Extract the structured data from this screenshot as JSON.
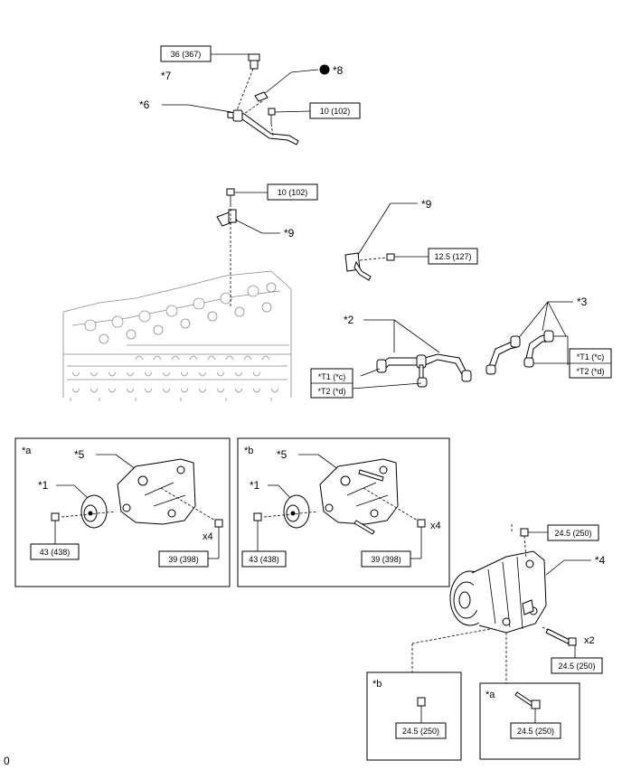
{
  "torques": {
    "t36": "36 (367)",
    "t10a": "10 (102)",
    "t10b": "10 (102)",
    "t125": "12.5 (127)",
    "t43a": "43 (438)",
    "t39a": "39 (398)",
    "t43b": "43 (438)",
    "t39b": "39 (398)",
    "t245a": "24.5 (250)",
    "t245b": "24.5 (250)",
    "t245c": "24.5 (250)",
    "t245d": "24.5 (250)"
  },
  "labels": {
    "p7": "*7",
    "p8": "*8",
    "p6": "*6",
    "p9a": "*9",
    "p9b": "*9",
    "p2": "*2",
    "p3": "*3",
    "p4": "*4",
    "p5a": "*5",
    "p5b": "*5",
    "p1a": "*1",
    "p1b": "*1",
    "inset_a": "*a",
    "inset_b": "*b",
    "inset_b2": "*b",
    "inset_a2": "*a",
    "x4a": "x4",
    "x4b": "x4",
    "x2": "x2",
    "t1c_left": "*T1 (*c)",
    "t2d_left": "*T2 (*d)",
    "t1c_right": "*T1 (*c)",
    "t2d_right": "*T2 (*d)",
    "corner": "0"
  }
}
